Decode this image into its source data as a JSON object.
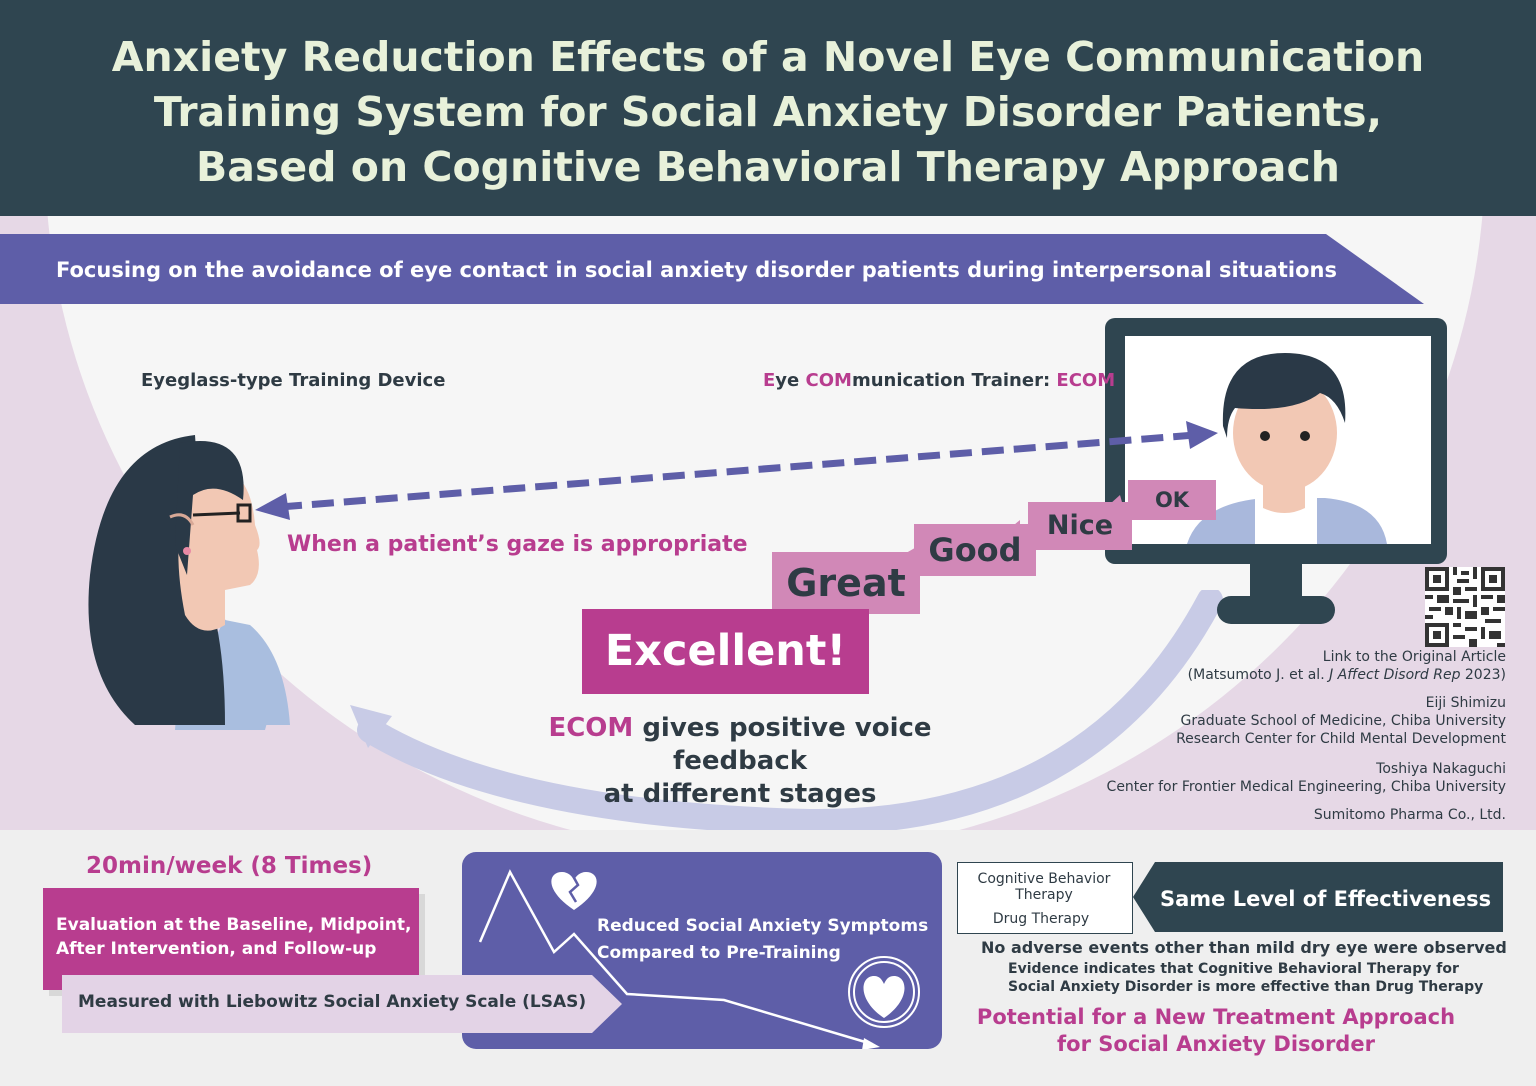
{
  "title": {
    "line1": "Anxiety Reduction Effects of a Novel Eye Communication",
    "line2": "Training System for Social Anxiety Disorder Patients,",
    "line3": "Based on Cognitive Behavioral Therapy Approach"
  },
  "banner": "Focusing on the avoidance of eye contact in social anxiety disorder patients during interpersonal situations",
  "device_label": "Eyeglass-type Training Device",
  "ecom_label": {
    "e": "E",
    "ye": "ye ",
    "com": "COM",
    "munication": "munication Trainer: ",
    "ecom": "ECOM"
  },
  "gaze_text": "When a patient’s gaze is appropriate",
  "feedback_words": [
    "Excellent!",
    "Great",
    "Good",
    "Nice",
    "OK"
  ],
  "feedback_caption": {
    "ecom": "ECOM",
    "rest1": " gives positive voice feedback",
    "line2": "at different stages"
  },
  "link": {
    "line1": "Link to the Original Article",
    "citation_prefix": "(Matsumoto J. et al. ",
    "journal": "J Affect Disord Rep",
    "citation_suffix": " 2023)"
  },
  "authors": [
    {
      "name": "Eiji Shimizu",
      "affil1": "Graduate School of Medicine, Chiba University",
      "affil2": "Research Center for Child Mental Development"
    },
    {
      "name": "Toshiya Nakaguchi",
      "affil1": "Center for Frontier Medical Engineering, Chiba University",
      "affil2": ""
    }
  ],
  "company": "Sumitomo Pharma Co., Ltd.",
  "schedule": "20min/week (8 Times)",
  "evaluation": {
    "line1": "Evaluation at the Baseline, Midpoint,",
    "line2": "After Intervention, and Follow-up"
  },
  "measured": "Measured with Liebowitz Social Anxiety Scale (LSAS)",
  "reduced": {
    "line1": "Reduced Social Anxiety Symptoms",
    "line2": "Compared to Pre-Training"
  },
  "comparison": {
    "cbt": "Cognitive Behavior Therapy",
    "drug": "Drug Therapy",
    "result": "Same Level of Effectiveness"
  },
  "adverse": "No adverse events other than mild dry eye were observed",
  "evidence": {
    "line1": "Evidence indicates that Cognitive Behavioral Therapy for",
    "line2": "Social Anxiety Disorder is more effective than Drug Therapy"
  },
  "potential": {
    "line1": "Potential for a New Treatment Approach",
    "line2": "for Social Anxiety Disorder"
  },
  "colors": {
    "navy": "#2f4550",
    "purple": "#5e5ea8",
    "magenta": "#b83d8f",
    "pink_bubble": "#d188b7",
    "lilac": "#e6d8e6"
  }
}
